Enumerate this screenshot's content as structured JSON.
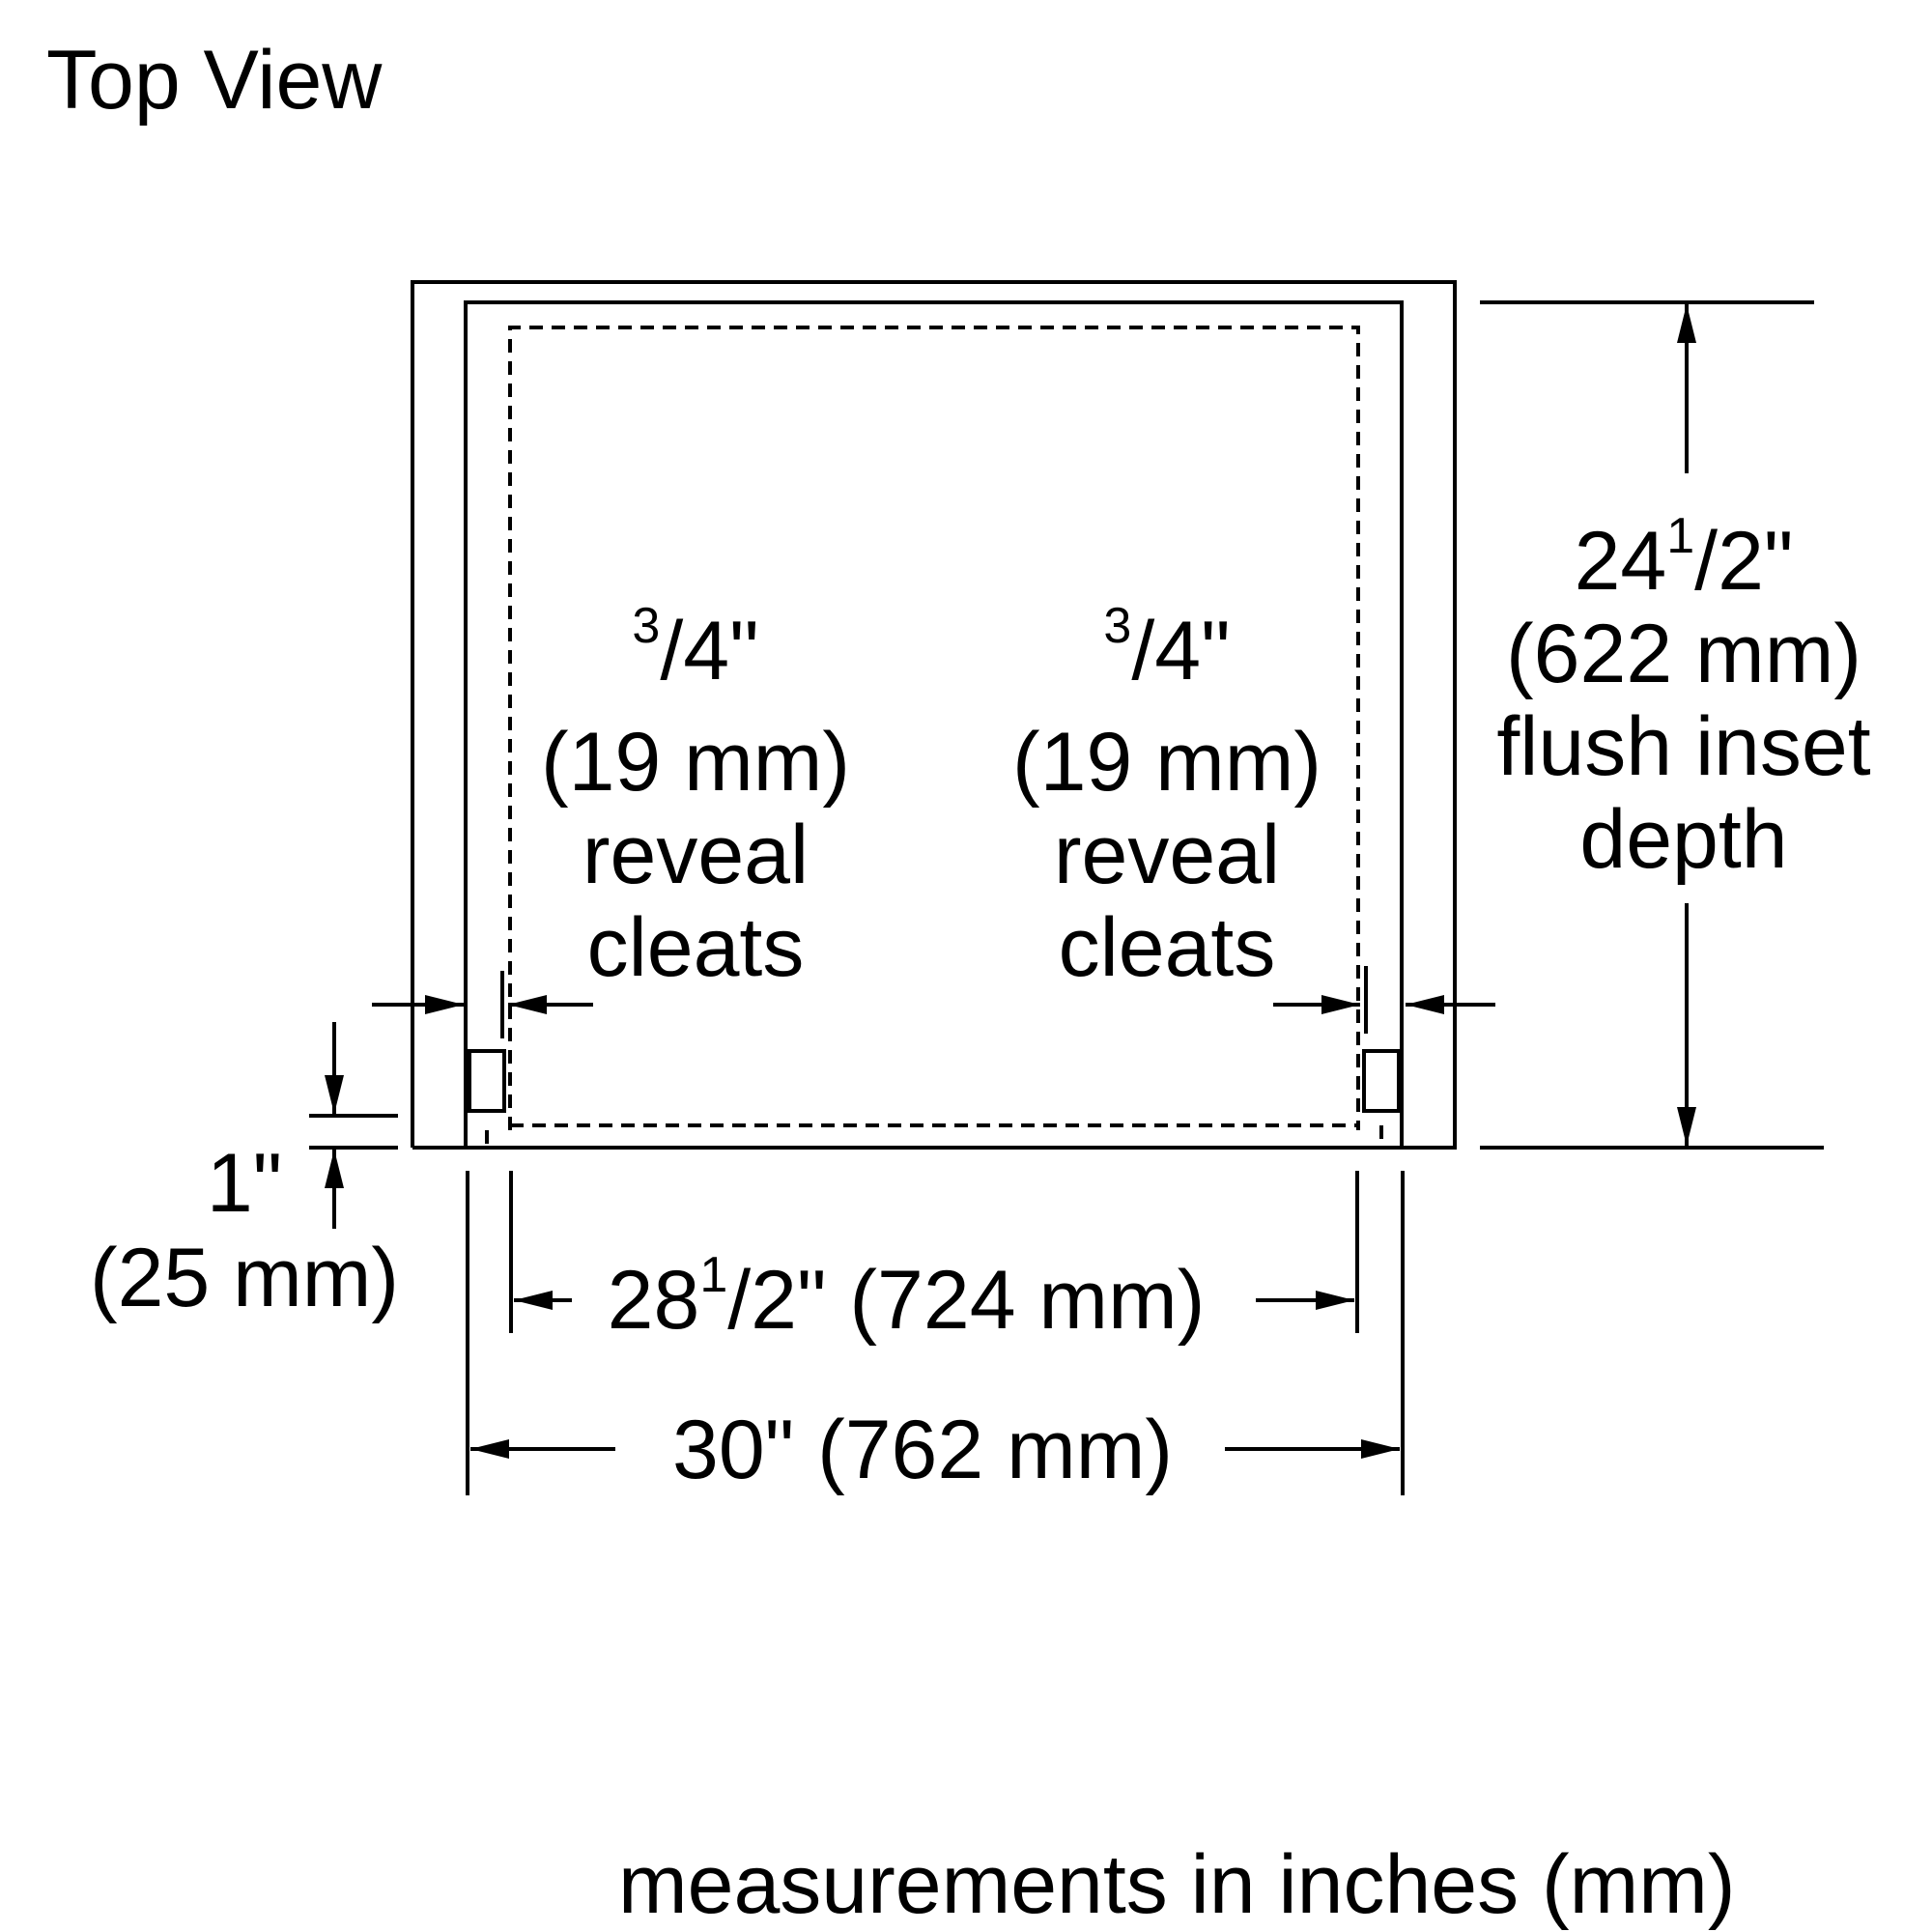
{
  "title": "Top View",
  "footer": "measurements in inches (mm)",
  "dimensions": {
    "depth": {
      "whole": "24",
      "num": "1",
      "den": "2\"",
      "mm": "(622 mm)",
      "line1": "flush inset",
      "line2": "depth"
    },
    "reveal_left": {
      "num": "3",
      "den": "4\"",
      "mm": "(19 mm)",
      "line1": "reveal",
      "line2": "cleats"
    },
    "reveal_right": {
      "num": "3",
      "den": "4\"",
      "mm": "(19 mm)",
      "line1": "reveal",
      "line2": "cleats"
    },
    "offset": {
      "value": "1\"",
      "mm": "(25 mm)"
    },
    "inner_width": {
      "whole": "28",
      "num": "1",
      "den": "2\"",
      "mm": "(724 mm)"
    },
    "outer_width": {
      "label": "30\" (762 mm)"
    }
  },
  "colors": {
    "ink": "#000000",
    "background": "#ffffff"
  }
}
